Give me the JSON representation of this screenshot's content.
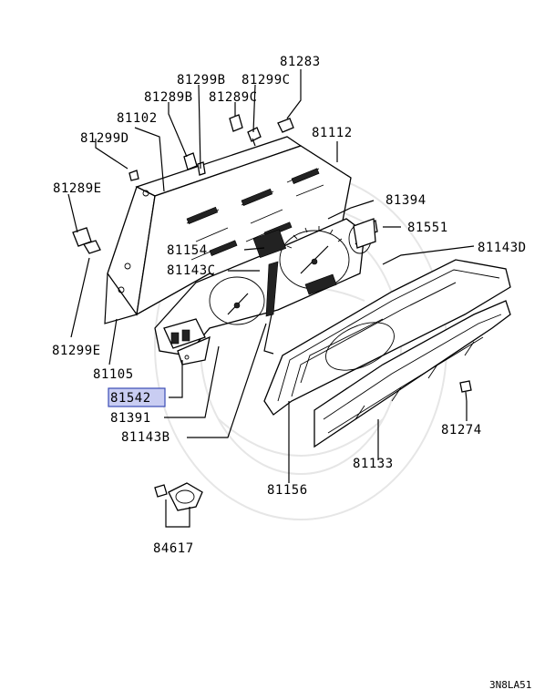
{
  "diagram_code": "3N8LA51",
  "highlighted_part": "81542",
  "parts": {
    "p81283": "81283",
    "p81299B": "81299B",
    "p81299C": "81299C",
    "p81289B": "81289B",
    "p81289C": "81289C",
    "p81102": "81102",
    "p81112": "81112",
    "p81299D": "81299D",
    "p81289E": "81289E",
    "p81394": "81394",
    "p81551": "81551",
    "p81154": "81154",
    "p81143D": "81143D",
    "p81143C": "81143C",
    "p81299E": "81299E",
    "p81105": "81105",
    "p81542": "81542",
    "p81391": "81391",
    "p81274": "81274",
    "p81143B": "81143B",
    "p81133": "81133",
    "p81156": "81156",
    "p84617": "84617"
  }
}
